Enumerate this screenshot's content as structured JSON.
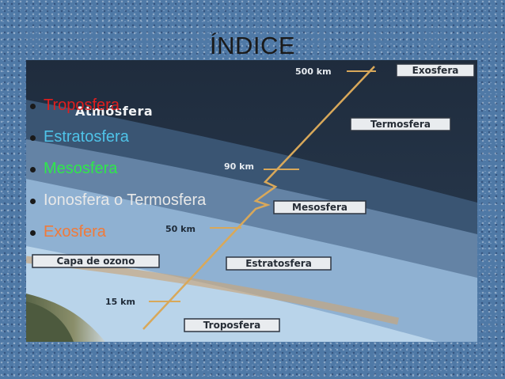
{
  "slide": {
    "title": "ÍNDICE",
    "items": [
      {
        "label": "Troposfera",
        "color": "#e01e1e"
      },
      {
        "label": "Estratosfera",
        "color": "#4fc3e8"
      },
      {
        "label": "Mesosfera",
        "color": "#2ee84a"
      },
      {
        "label": "Ionosfera o Termosfera",
        "color": "#e8e8e8"
      },
      {
        "label": "Exosfera",
        "color": "#f07a3a"
      }
    ]
  },
  "diagram": {
    "heading": "Atmósfera",
    "layers": {
      "exosfera": "Exosfera",
      "termosfera": "Termosfera",
      "mesosfera": "Mesosfera",
      "estratosfera": "Estratosfera",
      "troposfera": "Troposfera",
      "ozono": "Capa de ozono"
    },
    "altitudes": {
      "km500": "500 km",
      "km90": "90 km",
      "km50": "50 km",
      "km15": "15 km"
    }
  }
}
